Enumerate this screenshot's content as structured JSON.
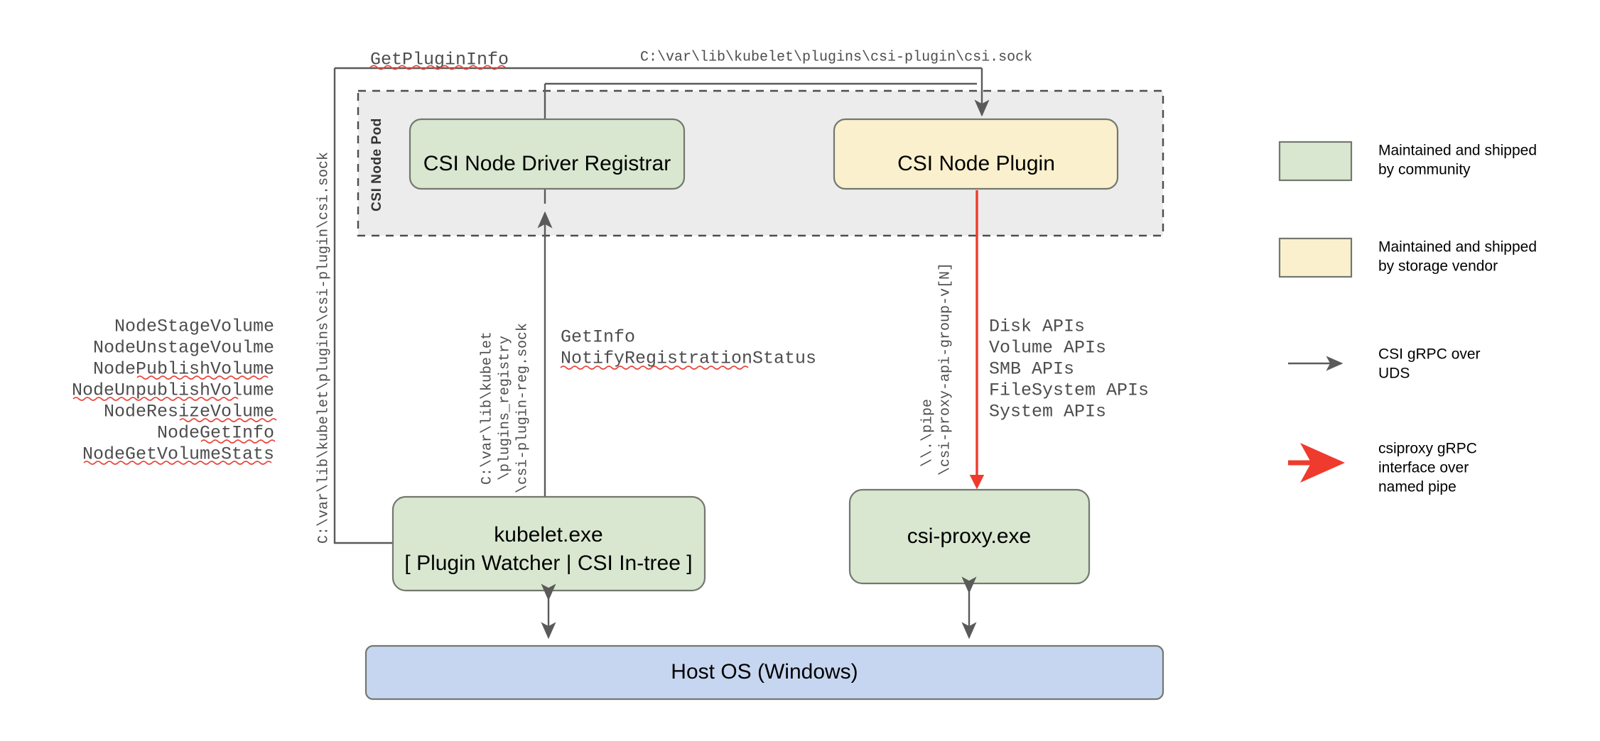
{
  "diagram": {
    "title_hidden": "",
    "labels": {
      "get_plugin_info": "GetPluginInfo",
      "csi_sock_path_top": "C:\\var\\lib\\kubelet\\plugins\\csi-plugin\\csi.sock",
      "csi_sock_path_vertical": "C:\\var\\lib\\kubelet\\plugins\\csi-plugin\\csi.sock",
      "pod_label": "CSI Node Pod",
      "get_info": "GetInfo",
      "notify_registration_status": "NotifyRegistrationStatus",
      "registry_path_line1": "C:\\var\\lib\\kubelet",
      "registry_path_line2": "\\plugins_registry",
      "registry_path_line3": "\\csi-plugin-reg.sock",
      "pipe_line1": "\\\\.\\pipe",
      "pipe_line2": "\\csi-proxy-api-group-v[N]"
    },
    "nodes": [
      {
        "id": "csi-node-driver-registrar",
        "label": "CSI Node Driver Registrar",
        "color": "#d9e7d0"
      },
      {
        "id": "csi-node-plugin",
        "label": "CSI Node Plugin",
        "color": "#fbf0cd"
      },
      {
        "id": "kubelet-exe",
        "label_line1": "kubelet.exe",
        "label_line2": "[ Plugin Watcher | CSI In-tree ]",
        "color": "#d9e7d0"
      },
      {
        "id": "csi-proxy-exe",
        "label": "csi-proxy.exe",
        "color": "#d9e7d0"
      },
      {
        "id": "host-os",
        "label": "Host OS (Windows)",
        "color": "#c7d6f0"
      }
    ],
    "node_rpc_list": [
      "NodeStageVolume",
      "NodeUnstageVoulme",
      "NodePublishVolume",
      "NodeUnpublishVolume",
      "NodeResizeVolume",
      "NodeGetInfo",
      "NodeGetVolumeStats"
    ],
    "api_list": [
      "Disk APIs",
      "Volume APIs",
      "SMB APIs",
      "FileSystem APIs",
      "System APIs"
    ],
    "legend": {
      "swatches": [
        {
          "color": "#d9e7d0",
          "line1": "Maintained and shipped",
          "line2": "by community"
        },
        {
          "color": "#fbf0cd",
          "line1": "Maintained and shipped",
          "line2": "by storage vendor"
        }
      ],
      "arrows": [
        {
          "color": "#5a5a5a",
          "line1": "CSI gRPC over",
          "line2": "UDS",
          "line3": ""
        },
        {
          "color": "#ef3b2d",
          "line1": "csiproxy gRPC",
          "line2": "interface over",
          "line3": "named pipe"
        }
      ]
    },
    "colors": {
      "green": "#d9e7d0",
      "yellow": "#fbf0cd",
      "blue": "#c7d6f0",
      "pod_bg": "#ececec",
      "stroke": "#5a5a5a",
      "red": "#ef3b2d"
    }
  }
}
